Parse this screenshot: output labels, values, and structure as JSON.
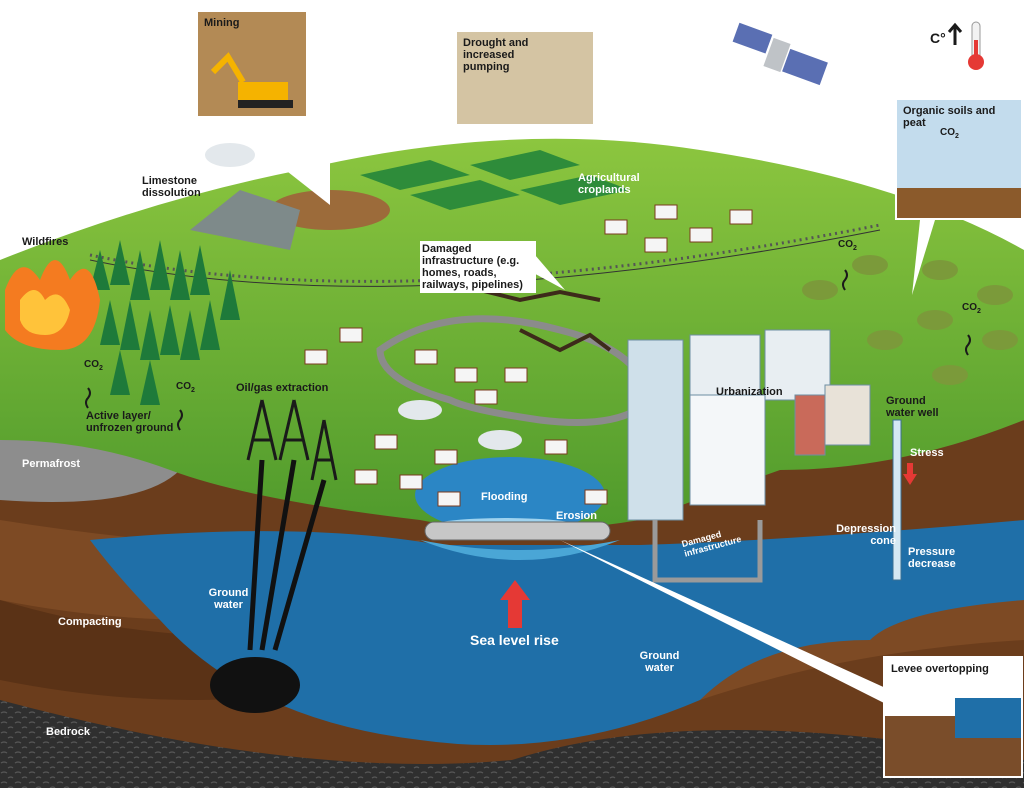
{
  "labels": {
    "mining": "Mining",
    "drought": "Drought and increased pumping",
    "sar": "SAR satellite",
    "temp_unit": "C°",
    "organic": "Organic soils and peat",
    "limestone": "Limestone dissolution",
    "croplands": "Agricultural croplands",
    "wildfires": "Wildfires",
    "damaged_infra": "Damaged infrastructure (e.g. homes, roads, railways, pipelines)",
    "oil_gas": "Oil/gas extraction",
    "active_layer": "Active layer/ unfrozen ground",
    "permafrost": "Permafrost",
    "urbanization": "Urbanization",
    "ground_water_well": "Ground water well",
    "stress": "Stress",
    "flooding": "Flooding",
    "erosion": "Erosion",
    "damaged_pipe": "Damaged infrastructure",
    "depression": "Depression cone",
    "pressure": "Pressure decrease",
    "ground_water_left": "Ground water",
    "compacting": "Compacting",
    "sea_level": "Sea level rise",
    "ground_water_right": "Ground water",
    "levee": "Levee overtopping",
    "bedrock": "Bedrock",
    "co2_main": "CO",
    "co2_sub": "2"
  },
  "colors": {
    "grass": "#5aa832",
    "grass_dark": "#3f8a25",
    "soil": "#6b3d1c",
    "soil_dark": "#4a2a12",
    "water": "#1f6fa8",
    "water_light": "#4aa6d6",
    "bedrock": "#3b3b3b",
    "red_arrow": "#e53935",
    "fire": "#f47b20"
  },
  "icons": [
    "satellite-icon",
    "thermometer-icon",
    "co2-emission-icon",
    "drilling-rig-icon",
    "house-icon",
    "building-icon",
    "tree-icon",
    "excavator-icon",
    "rain-cloud-icon",
    "up-arrow-icon",
    "down-arrow-icon"
  ]
}
